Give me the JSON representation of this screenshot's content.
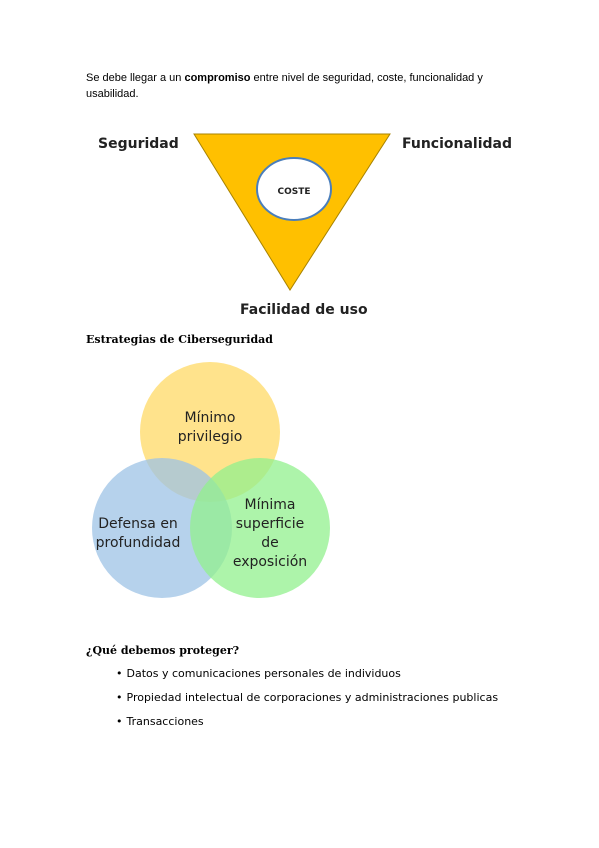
{
  "intro": {
    "before": "Se debe llegar a un ",
    "bold": "compromiso",
    "after": " entre nivel de seguridad, coste, funcionalidad y usabilidad."
  },
  "triangle": {
    "top_left": "Seguridad",
    "top_right": "Funcionalidad",
    "bottom": "Facilidad de uso",
    "center": "COSTE",
    "fill": "#ffc000",
    "stroke": "#a88300"
  },
  "strategies": {
    "heading": "Estrategias de Ciberseguridad",
    "circles": [
      {
        "lines": [
          "Mínimo",
          "privilegio"
        ],
        "color": "#ffd966"
      },
      {
        "lines": [
          "Defensa en",
          "profundidad"
        ],
        "color": "#9dc3e6"
      },
      {
        "lines": [
          "Mínima",
          "superficie",
          "de",
          "exposición"
        ],
        "color": "#92f08e"
      }
    ]
  },
  "protect": {
    "heading": "¿Qué debemos proteger?",
    "bullet": "•",
    "items": [
      "Datos y comunicaciones personales de individuos",
      "Propiedad intelectual de corporaciones y administraciones publicas",
      "Transacciones"
    ]
  }
}
